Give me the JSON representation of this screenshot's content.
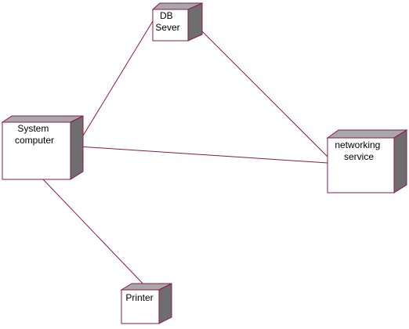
{
  "colors": {
    "background": "#ffffff",
    "node_border": "#8b1a4a",
    "node_face": "#ffffff",
    "node_top": "#a8a8a8",
    "node_side": "#6e6e6e",
    "connector": "#8b1a4a",
    "text": "#000000"
  },
  "nodes": {
    "db_server": {
      "label_lines": [
        "DB",
        "Sever"
      ]
    },
    "system_computer": {
      "label_lines": [
        "System",
        "computer"
      ]
    },
    "networking_service": {
      "label_lines": [
        "networking",
        "service"
      ]
    },
    "printer": {
      "label_lines": [
        "Printer"
      ]
    }
  },
  "connections": [
    {
      "from": "system_computer",
      "to": "db_server"
    },
    {
      "from": "db_server",
      "to": "networking_service"
    },
    {
      "from": "system_computer",
      "to": "networking_service"
    },
    {
      "from": "system_computer",
      "to": "printer"
    }
  ]
}
